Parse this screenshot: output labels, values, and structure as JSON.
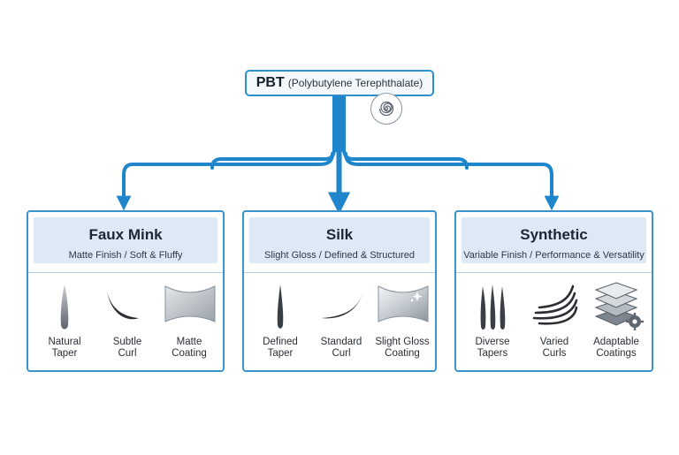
{
  "root": {
    "abbreviation": "PBT",
    "full_name": "(Polybutylene Terephthalate)",
    "icon": "spiral-fiber-icon"
  },
  "categories": [
    {
      "title": "Faux Mink",
      "subtitle": "Matte Finish / Soft & Fluffy",
      "features": [
        {
          "label": "Natural\nTaper",
          "icon": "natural-taper-icon"
        },
        {
          "label": "Subtle\nCurl",
          "icon": "subtle-curl-icon"
        },
        {
          "label": "Matte\nCoating",
          "icon": "matte-coating-icon"
        }
      ]
    },
    {
      "title": "Silk",
      "subtitle": "Slight Gloss / Defined & Structured",
      "features": [
        {
          "label": "Defined\nTaper",
          "icon": "defined-taper-icon"
        },
        {
          "label": "Standard\nCurl",
          "icon": "standard-curl-icon"
        },
        {
          "label": "Slight Gloss\nCoating",
          "icon": "gloss-coating-icon"
        }
      ]
    },
    {
      "title": "Synthetic",
      "subtitle": "Variable Finish / Performance & Versatility",
      "features": [
        {
          "label": "Diverse\nTapers",
          "icon": "diverse-tapers-icon"
        },
        {
          "label": "Varied\nCurls",
          "icon": "varied-curls-icon"
        },
        {
          "label": "Adaptable\nCoatings",
          "icon": "layered-coatings-icon"
        }
      ]
    }
  ],
  "colors": {
    "connector": "#1f86cc",
    "card_border": "#3a93cd",
    "card_header": "#dde9f4"
  }
}
